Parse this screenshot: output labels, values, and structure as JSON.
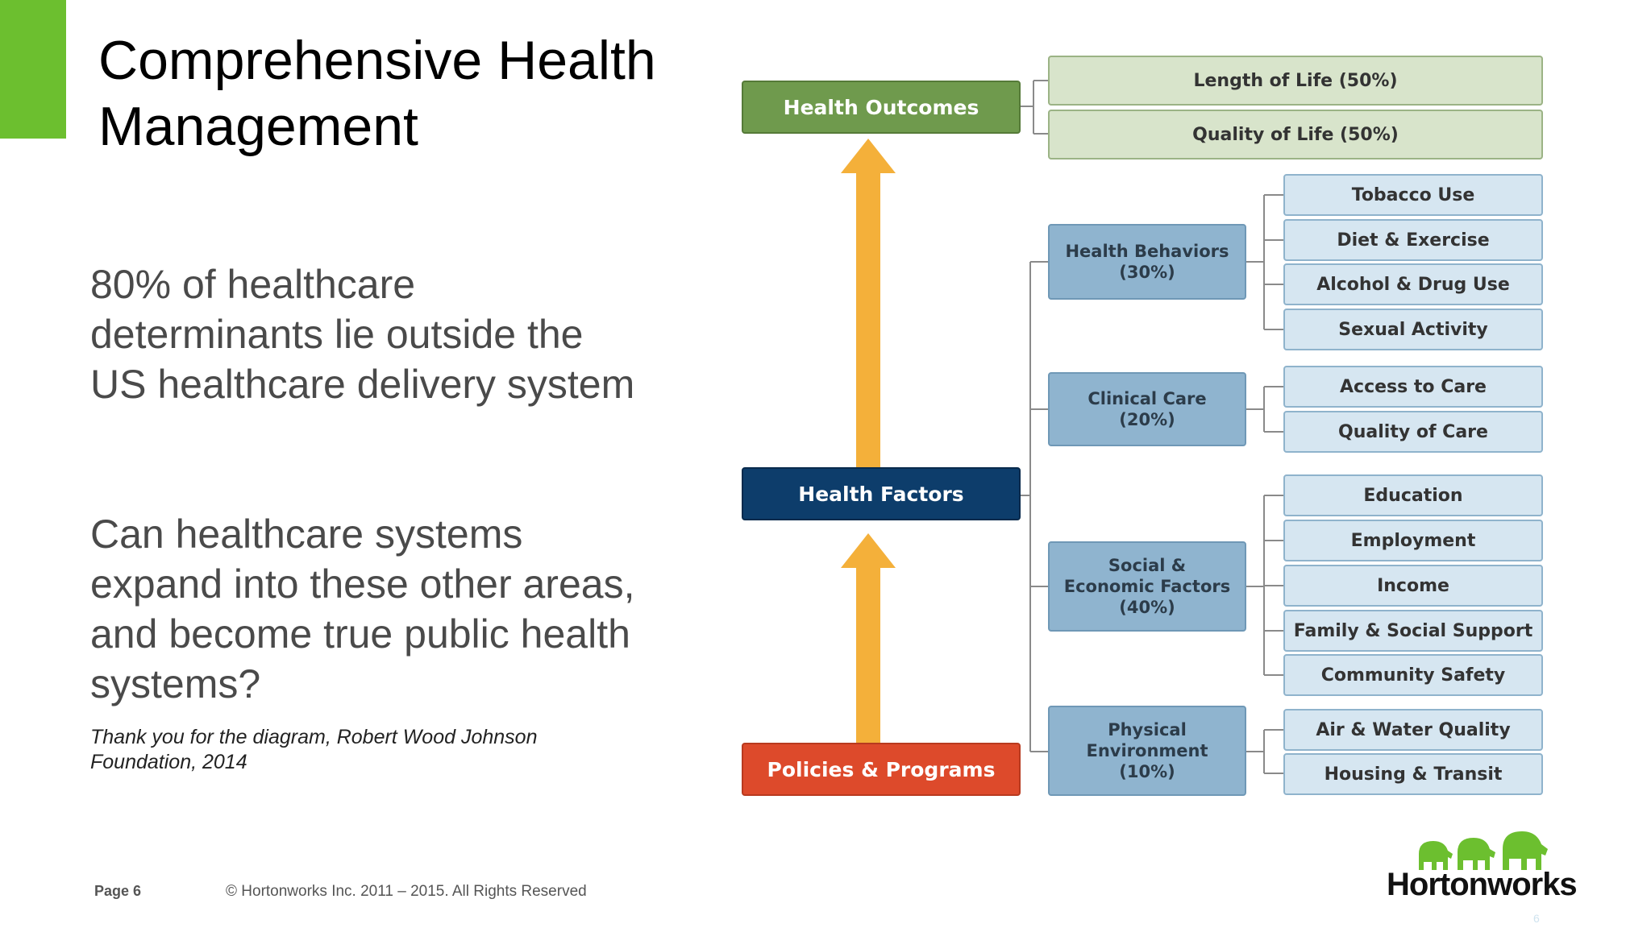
{
  "slide": {
    "title": "Comprehensive Health Management",
    "paragraph_1": "80% of healthcare determinants lie outside the US healthcare delivery system",
    "paragraph_2": "Can healthcare systems expand into these other areas, and become true public health systems?",
    "credit": "Thank you for the diagram, Robert Wood Johnson Foundation, 2014"
  },
  "footer": {
    "page_label": "Page 6",
    "copyright": "© Hortonworks Inc. 2011 – 2015. All Rights Reserved",
    "page_number_small": "6",
    "logo_text": "Hortonworks"
  },
  "diagram": {
    "health_outcomes": {
      "label": "Health Outcomes",
      "items": [
        "Length of Life (50%)",
        "Quality of Life (50%)"
      ]
    },
    "health_factors": {
      "label": "Health Factors",
      "categories": [
        {
          "label": "Health Behaviors\n(30%)",
          "items": [
            "Tobacco Use",
            "Diet & Exercise",
            "Alcohol & Drug Use",
            "Sexual Activity"
          ]
        },
        {
          "label": "Clinical Care\n(20%)",
          "items": [
            "Access to Care",
            "Quality of Care"
          ]
        },
        {
          "label": "Social &\nEconomic Factors\n(40%)",
          "items": [
            "Education",
            "Employment",
            "Income",
            "Family & Social Support",
            "Community Safety"
          ]
        },
        {
          "label": "Physical\nEnvironment\n(10%)",
          "items": [
            "Air & Water Quality",
            "Housing & Transit"
          ]
        }
      ]
    },
    "policies_programs": {
      "label": "Policies & Programs"
    },
    "colors": {
      "accent_green": "#6cbf2f",
      "outcomes": "#6f9a4d",
      "factors": "#0d3d6b",
      "policies": "#dd4a2b",
      "arrow": "#f4b03a"
    }
  }
}
